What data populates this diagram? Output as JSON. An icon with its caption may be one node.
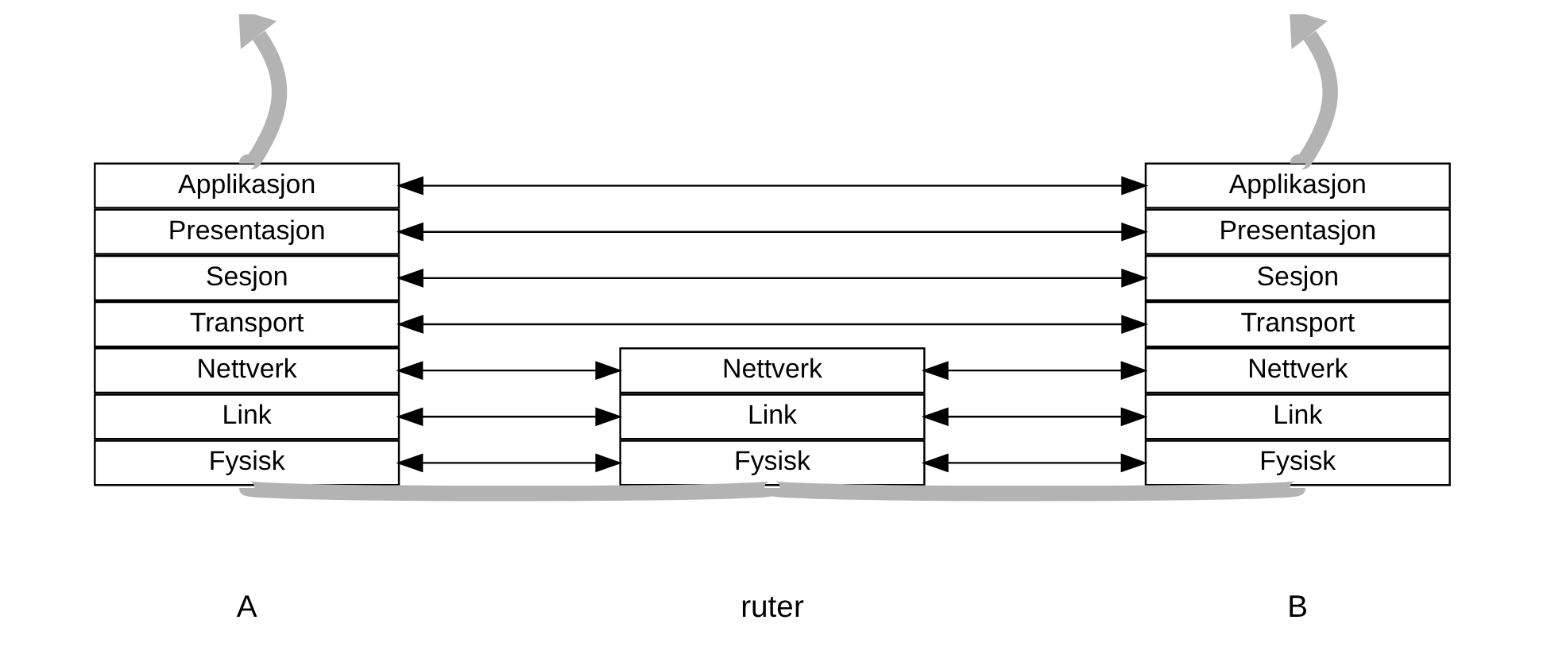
{
  "diagram": {
    "nodes": [
      {
        "text": [
          "Applikasjon"
        ]
      },
      {
        "text": [
          "Presentasjon"
        ]
      },
      {
        "text": [
          "Sesjon"
        ]
      },
      {
        "text": [
          "Transport"
        ]
      },
      {
        "text": [
          "Nettverk"
        ]
      },
      {
        "text": [
          "Link"
        ]
      },
      {
        "text": [
          "Fysisk"
        ]
      },
      {
        "text": [
          "Nettverk"
        ]
      },
      {
        "text": [
          "Link"
        ]
      },
      {
        "text": [
          "Fysisk"
        ]
      },
      {
        "text": [
          "Applikasjon"
        ]
      },
      {
        "text": [
          "Presentasjon"
        ]
      },
      {
        "text": [
          "Sesjon"
        ]
      },
      {
        "text": [
          "Transport"
        ]
      },
      {
        "text": [
          "Nettverk"
        ]
      },
      {
        "text": [
          "Link"
        ]
      },
      {
        "text": [
          "Fysisk"
        ]
      }
    ],
    "edges": [
      {
        "from": 0,
        "to": 10,
        "arrow": "both"
      },
      {
        "from": 1,
        "to": 11,
        "arrow": "both"
      },
      {
        "from": 2,
        "to": 12,
        "arrow": "both"
      },
      {
        "from": 3,
        "to": 13,
        "arrow": "both"
      },
      {
        "from": 4,
        "to": 7,
        "arrow": "both"
      },
      {
        "from": 5,
        "to": 8,
        "arrow": "both"
      },
      {
        "from": 6,
        "to": 9,
        "arrow": "both"
      },
      {
        "from": 7,
        "to": 14,
        "arrow": "both"
      },
      {
        "from": 8,
        "to": 15,
        "arrow": "both"
      },
      {
        "from": 9,
        "to": 16,
        "arrow": "both"
      },
      {
        "from": 0,
        "to": null,
        "arrow": "to",
        "style": "thick",
        "color": "#b3b3b3"
      },
      {
        "from": 6,
        "to": 9,
        "arrow": "none",
        "style": "thick",
        "color": "#b3b3b3"
      },
      {
        "from": 9,
        "to": 16,
        "arrow": "none",
        "style": "thick",
        "color": "#b3b3b3"
      },
      {
        "from": 10,
        "to": null,
        "arrow": "to",
        "style": "thick",
        "color": "#b3b3b3"
      }
    ],
    "labels": [
      "A",
      "ruter",
      "B"
    ]
  }
}
